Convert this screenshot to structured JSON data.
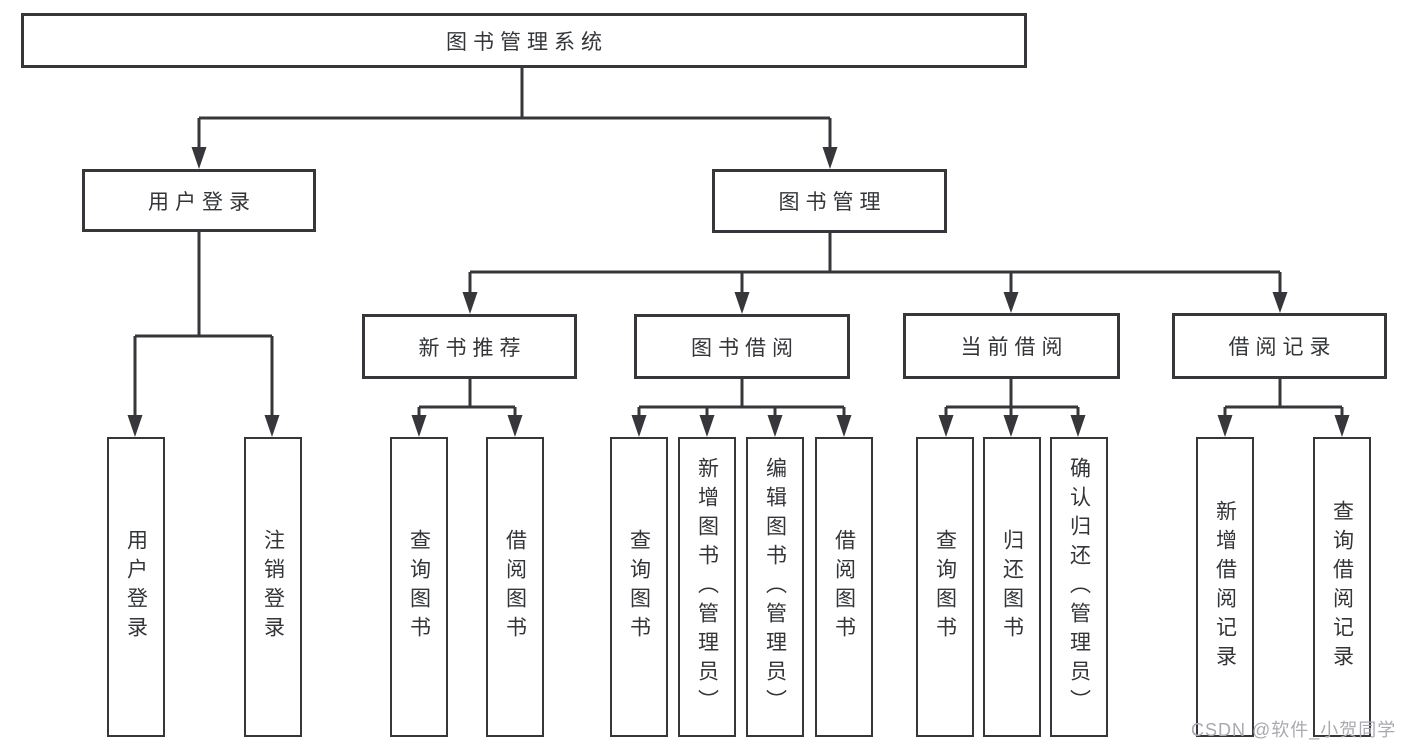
{
  "tree": {
    "root": {
      "label": "图书管理系统"
    },
    "branches": [
      {
        "label": "用户登录",
        "children": [
          "用户登录",
          "注销登录"
        ]
      },
      {
        "label": "图书管理",
        "sections": [
          {
            "label": "新书推荐",
            "children": [
              "查询图书",
              "借阅图书"
            ]
          },
          {
            "label": "图书借阅",
            "children": [
              "查询图书",
              "新增图书（管理员）",
              "编辑图书（管理员）",
              "借阅图书"
            ]
          },
          {
            "label": "当前借阅",
            "children": [
              "查询图书",
              "归还图书",
              "确认归还（管理员）"
            ]
          },
          {
            "label": "借阅记录",
            "children": [
              "新增借阅记录",
              "查询借阅记录"
            ]
          }
        ]
      }
    ]
  },
  "watermark": "CSDN @软件_小贺同学",
  "colors": {
    "line": "#37373b",
    "text": "#333538",
    "box-bg": "#ffffff",
    "page-bg": "#ffffff",
    "watermark": "#a9a9b0"
  }
}
